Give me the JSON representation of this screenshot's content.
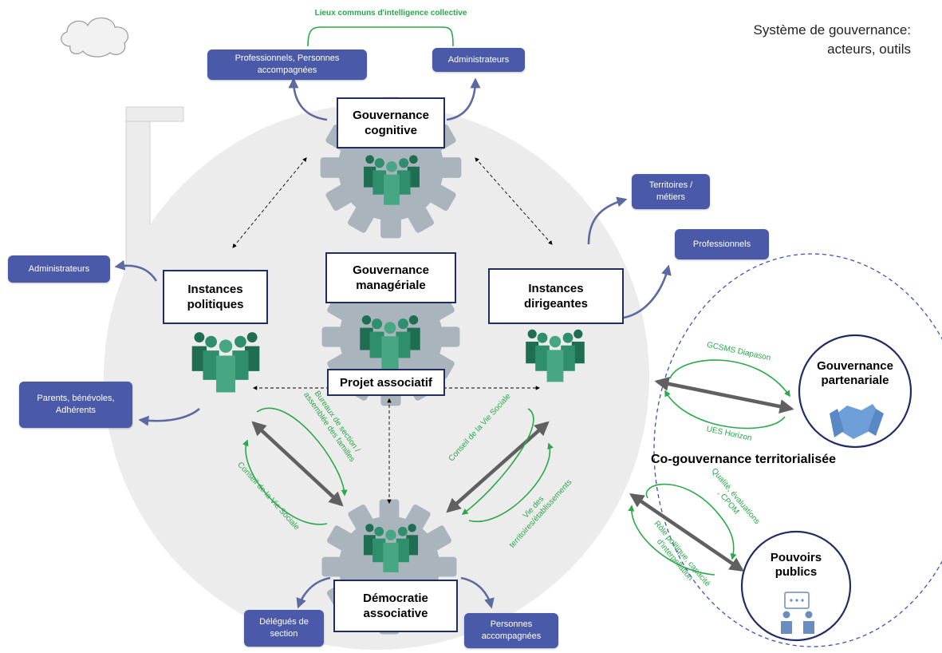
{
  "title": "Système de gouvernance:\nacteurs, outils",
  "colors": {
    "pill": "#4a5aa8",
    "box_border": "#1f2d63",
    "green": "#2aa84a",
    "gear": "#a9b4bc",
    "people": "#2f8f6d",
    "arrow": "#606060",
    "circle_fill": "#ececec",
    "dash_circle": "#3b55b4"
  },
  "lieux_communs": "Lieux communs d'intelligence collective",
  "pills": {
    "professionnels_personnes": "Professionnels, Personnes\naccompagnées",
    "administrateurs_top": "Administrateurs",
    "administrateurs_left": "Administrateurs",
    "territoires_metiers": "Territoires /\nmétiers",
    "professionnels_right": "Professionnels",
    "parents": "Parents, bénévoles,\nAdhérents",
    "delegues": "Délégués de\nsection",
    "personnes_accompagnees": "Personnes\naccompagnées"
  },
  "boxes": {
    "gouv_cognitive": "Gouvernance\ncognitive",
    "gouv_manageriale": "Gouvernance\nmanagériale",
    "instances_politiques": "Instances\npolitiques",
    "instances_dirigeantes": "Instances\ndirigeantes",
    "projet_associatif": "Projet associatif",
    "democratie": "Démocratie\nassociative"
  },
  "green_labels": {
    "bureaux": "Bureaux de section /\nassemblée des familles",
    "cvs_left": "Conseil de la Vie Sociale",
    "cvs_right": "Conseil de la Vie Sociale",
    "vie_territoires": "Vie des\nterritoires/établissements",
    "gcsms": "GCSMS Diapason",
    "ues": "UES Horizon",
    "qualite": "Qualité, évaluations\n, CPOM",
    "role_politique": "Rôle politique, capacité\nd'interpellation"
  },
  "circles": {
    "gouv_partenariale": "Gouvernance\npartenariale",
    "pouvoirs_publics": "Pouvoirs\npublics"
  },
  "co_gouvernance": "Co-gouvernance territorialisée",
  "icons": [
    "cloud-icon",
    "gear-icon",
    "people-group-icon",
    "handshake-icon",
    "meeting-icon"
  ]
}
